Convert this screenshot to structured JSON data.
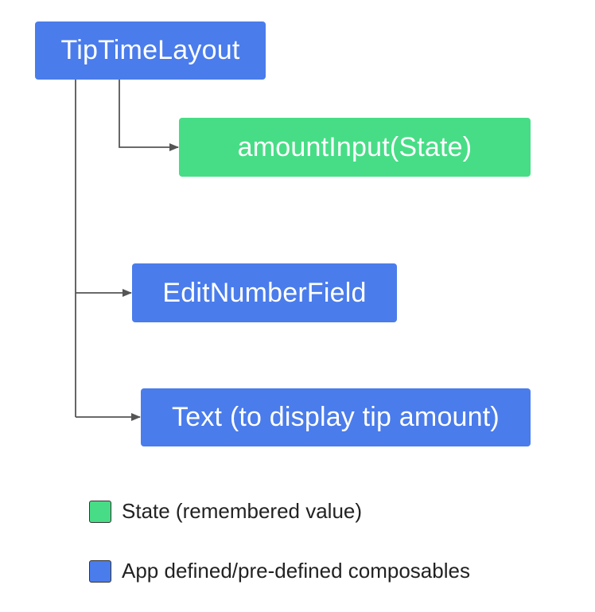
{
  "nodes": {
    "tiptimelayout": {
      "label": "TipTimeLayout",
      "color": "#4a7ceb"
    },
    "amount_input": {
      "label": "amountInput(State)",
      "color": "#47dd86"
    },
    "edit_number_field": {
      "label": "EditNumberField",
      "color": "#4a7ceb"
    },
    "text_tip": {
      "label": "Text (to display tip amount)",
      "color": "#4a7ceb"
    }
  },
  "edges": [
    {
      "from": "TipTimeLayout",
      "to": "amountInput(State)"
    },
    {
      "from": "TipTimeLayout",
      "to": "EditNumberField"
    },
    {
      "from": "TipTimeLayout",
      "to": "Text (to display tip amount)"
    }
  ],
  "legend": {
    "state": {
      "label": "State (remembered value)",
      "color": "#47dd86"
    },
    "composables": {
      "label": "App defined/pre-defined composables",
      "color": "#4a7ceb"
    }
  },
  "colors": {
    "connector": "#555555",
    "state_green": "#47dd86",
    "composable_blue": "#4a7ceb"
  }
}
